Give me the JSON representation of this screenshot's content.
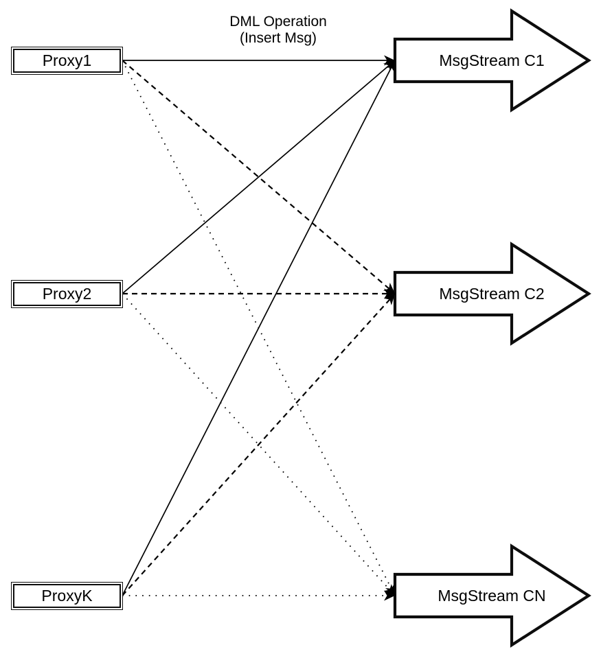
{
  "diagram": {
    "title": {
      "line1": "DML Operation",
      "line2": "(Insert Msg)"
    },
    "proxies": [
      {
        "id": "proxy1",
        "label": "Proxy1"
      },
      {
        "id": "proxy2",
        "label": "Proxy2"
      },
      {
        "id": "proxyk",
        "label": "ProxyK"
      }
    ],
    "streams": [
      {
        "id": "c1",
        "label": "MsgStream C1",
        "incoming_line_style": "solid"
      },
      {
        "id": "c2",
        "label": "MsgStream C2",
        "incoming_line_style": "dashed"
      },
      {
        "id": "cn",
        "label": "MsgStream CN",
        "incoming_line_style": "dotted"
      }
    ],
    "connections": [
      {
        "from": "proxy1",
        "to": "c1",
        "style": "solid"
      },
      {
        "from": "proxy1",
        "to": "c2",
        "style": "dashed"
      },
      {
        "from": "proxy1",
        "to": "cn",
        "style": "dotted"
      },
      {
        "from": "proxy2",
        "to": "c1",
        "style": "solid"
      },
      {
        "from": "proxy2",
        "to": "c2",
        "style": "dashed"
      },
      {
        "from": "proxy2",
        "to": "cn",
        "style": "dotted"
      },
      {
        "from": "proxyk",
        "to": "c1",
        "style": "solid"
      },
      {
        "from": "proxyk",
        "to": "c2",
        "style": "dashed"
      },
      {
        "from": "proxyk",
        "to": "cn",
        "style": "dotted"
      }
    ],
    "colors": {
      "stroke": "#000000",
      "shape_border": "#0d0d0d",
      "background": "#ffffff",
      "text": "#000000"
    }
  }
}
